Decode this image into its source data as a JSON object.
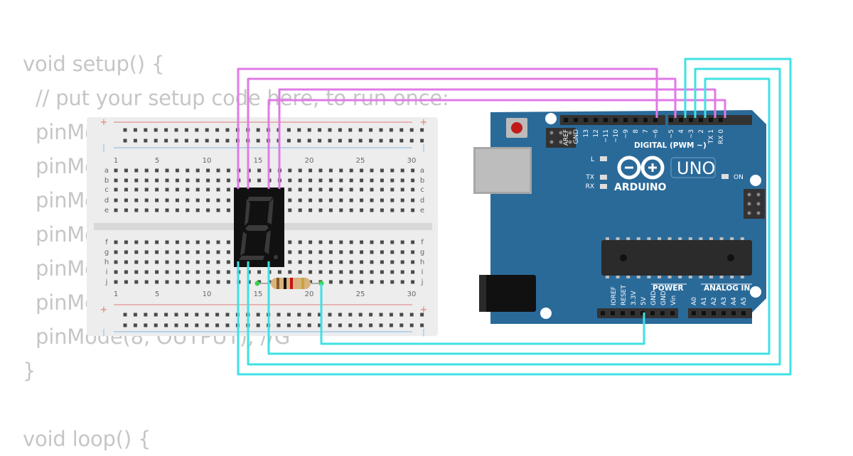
{
  "code": {
    "lines": [
      "void setup() {",
      "  // put your setup code here, to run once:",
      "  pinMode(2, OUTPUT); //A",
      "  pinMode(3, OUTPUT); //B",
      "  pinMode(4, OUTPUT); //C",
      "  pinMode(5, OUTPUT); //D",
      "  pinMode(6, OUTPUT); //E",
      "  pinMode(7, OUTPUT); //F",
      "  pinMode(8, OUTPUT); //G",
      "}",
      "",
      "void loop() {"
    ]
  },
  "breadboard": {
    "column_numbers": [
      "1",
      "5",
      "10",
      "15",
      "20",
      "25",
      "30"
    ],
    "row_letters_top": [
      "a",
      "b",
      "c",
      "d",
      "e"
    ],
    "row_letters_bottom": [
      "f",
      "g",
      "h",
      "i",
      "j"
    ],
    "rail_plus": "+",
    "rail_minus": "|"
  },
  "arduino": {
    "logo_text": "ARDUINO",
    "model": "UNO",
    "digital_label": "DIGITAL (PWM ~)",
    "on_label": "ON",
    "l_label": "L",
    "tx_label": "TX",
    "rx_label": "RX",
    "power_label": "POWER",
    "analog_label": "ANALOG IN",
    "digital_pins": [
      "AREF",
      "GND",
      "13",
      "12",
      "~11",
      "~10",
      "~9",
      "8",
      "7",
      "~6",
      "~5",
      "4",
      "~3",
      "2",
      "TX 1",
      "RX 0"
    ],
    "power_pins": [
      "IOREF",
      "RESET",
      "3.3V",
      "5V",
      "GND",
      "GND",
      "Vin"
    ],
    "analog_pins": [
      "A0",
      "A1",
      "A2",
      "A3",
      "A4",
      "A5"
    ]
  },
  "colors": {
    "wire_pink": "#e07ae6",
    "wire_cyan": "#3fe1e4",
    "board_blue": "#2a6a99",
    "breadboard": "#ededed",
    "code_text": "#c6c6c6"
  }
}
